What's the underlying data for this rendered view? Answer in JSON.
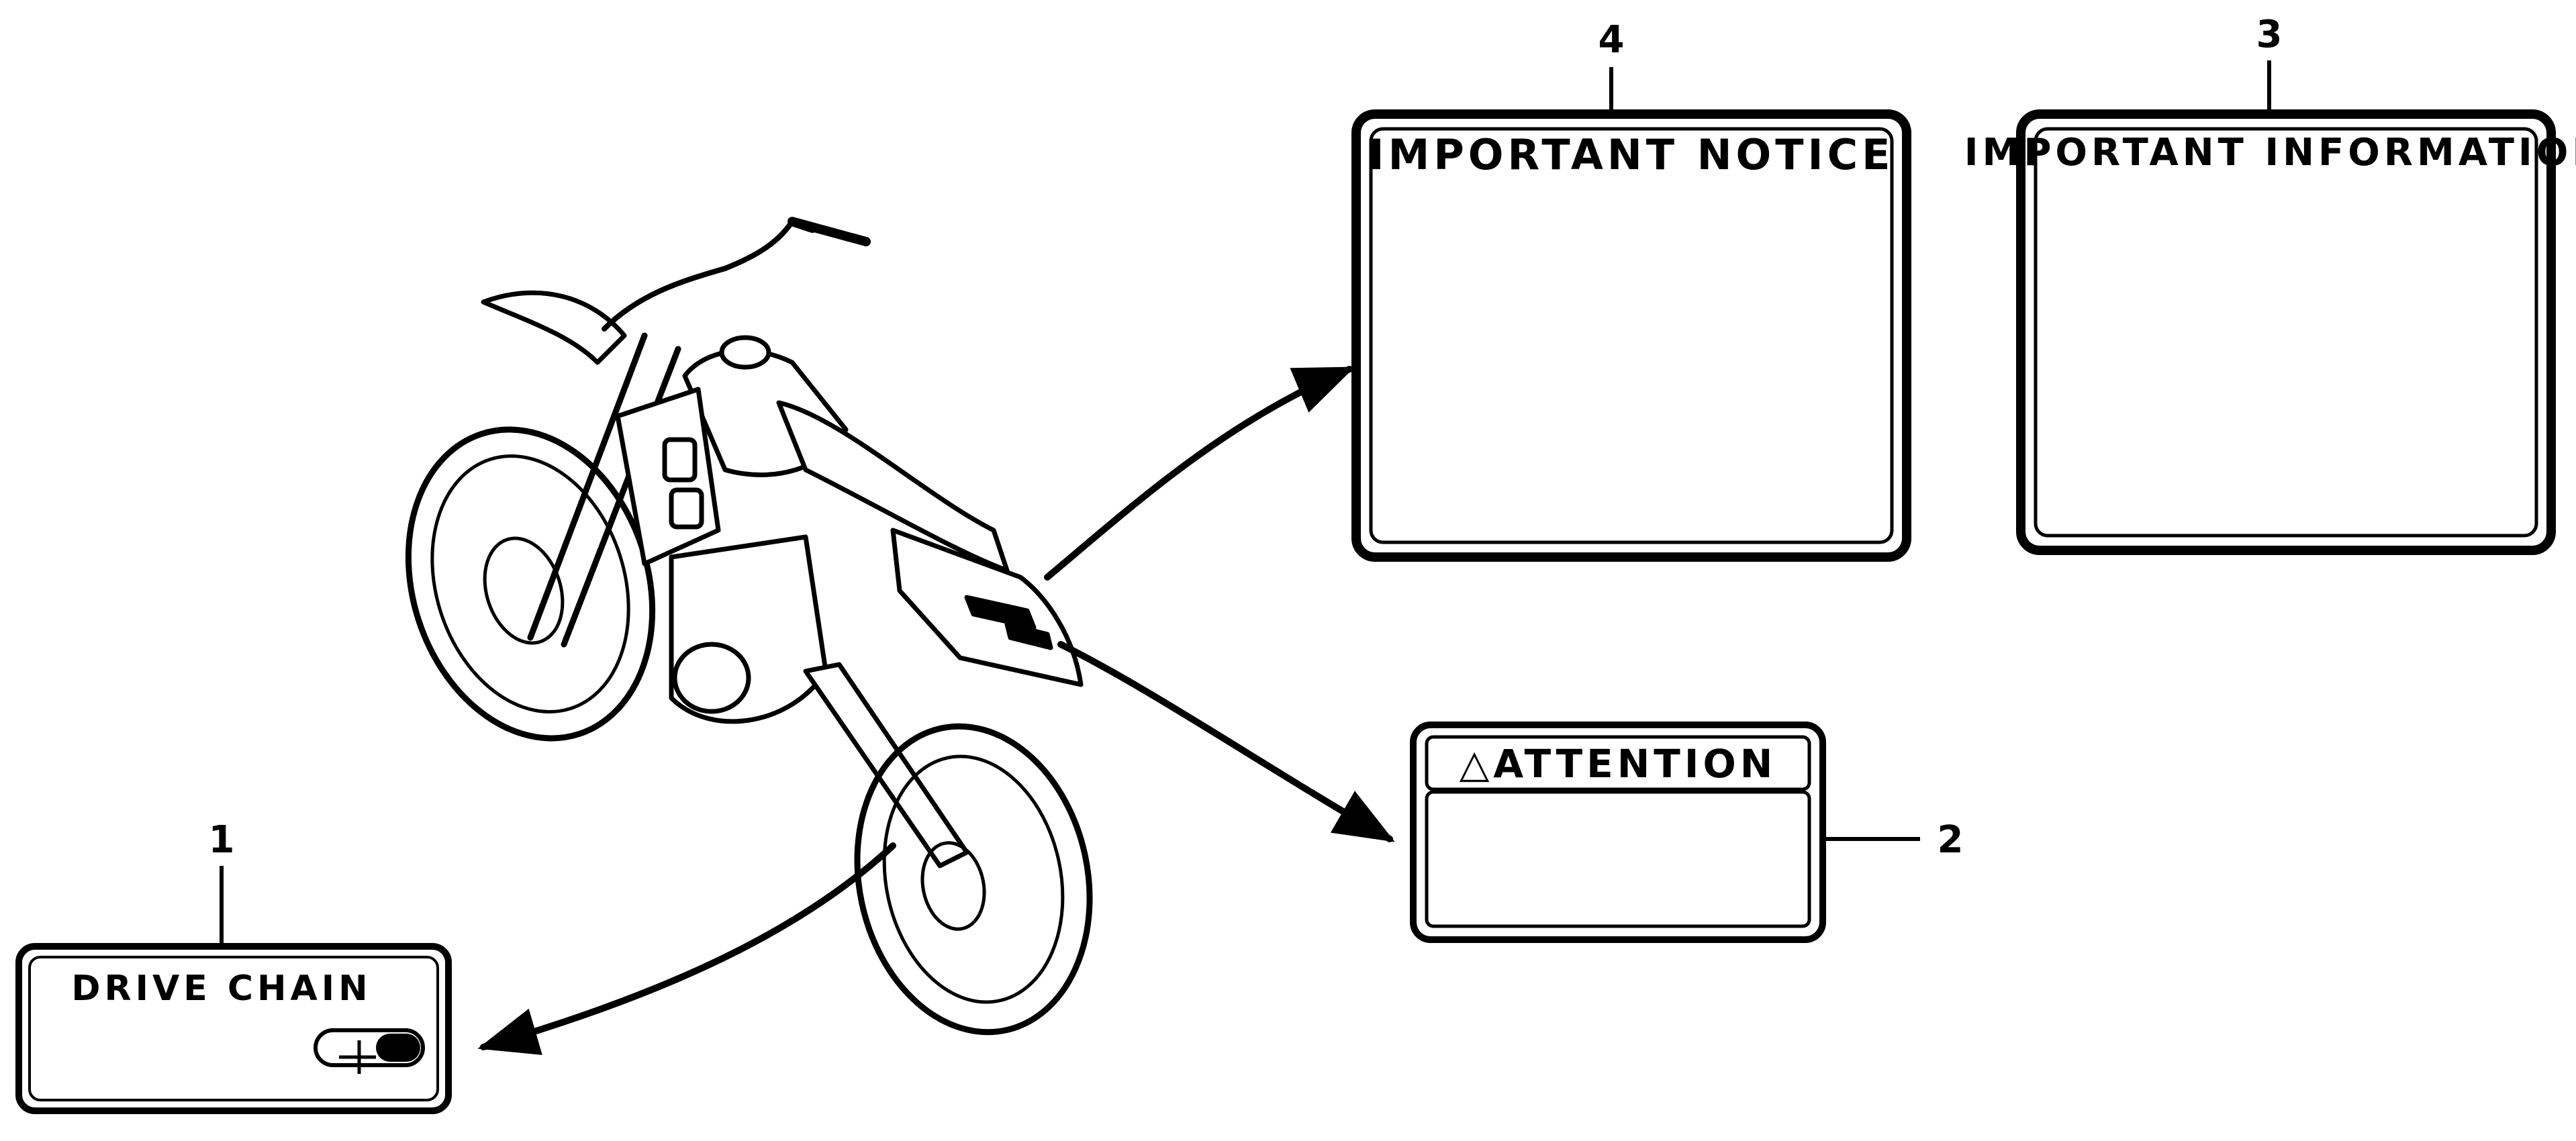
{
  "callouts": {
    "c1": "1",
    "c2": "2",
    "c3": "3",
    "c4": "4"
  },
  "labels": {
    "drive_chain": "DRIVE CHAIN",
    "attention_symbol": "△",
    "attention": "ATTENTION",
    "important_notice": "IMPORTANT NOTICE",
    "important_information": "IMPORTANT INFORMATION"
  }
}
